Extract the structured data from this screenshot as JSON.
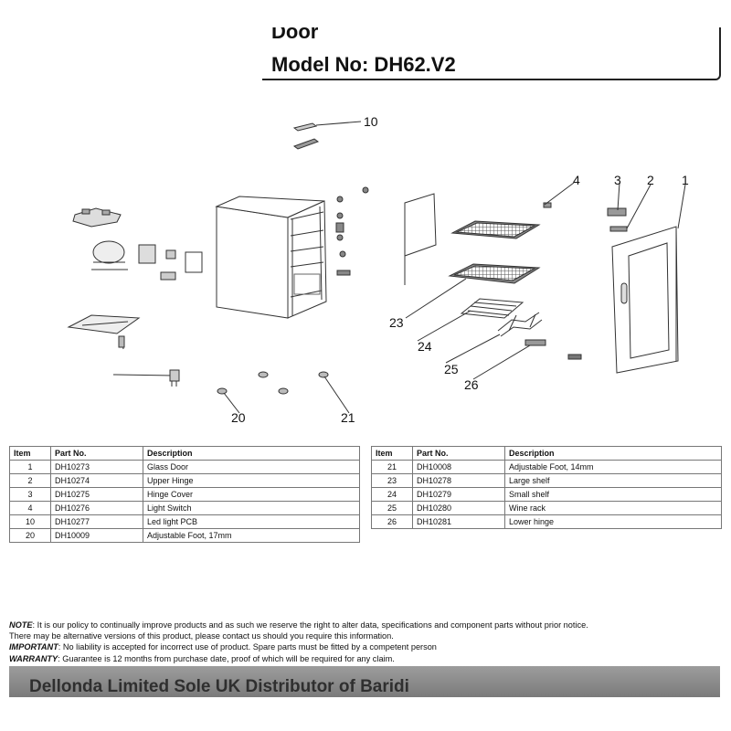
{
  "header": {
    "line1": "Door",
    "line2": "Model No: DH62.V2"
  },
  "callouts": {
    "c10": "10",
    "c4": "4",
    "c3": "3",
    "c2": "2",
    "c1": "1",
    "c23": "23",
    "c24": "24",
    "c25": "25",
    "c26": "26",
    "c20": "20",
    "c21": "21"
  },
  "parts_table": {
    "headers": [
      "Item",
      "Part No.",
      "Description"
    ],
    "left_rows": [
      {
        "item": "1",
        "part": "DH10273",
        "desc": "Glass Door"
      },
      {
        "item": "2",
        "part": "DH10274",
        "desc": "Upper Hinge"
      },
      {
        "item": "3",
        "part": "DH10275",
        "desc": "Hinge Cover"
      },
      {
        "item": "4",
        "part": "DH10276",
        "desc": "Light Switch"
      },
      {
        "item": "10",
        "part": "DH10277",
        "desc": "Led light PCB"
      },
      {
        "item": "20",
        "part": "DH10009",
        "desc": "Adjustable Foot, 17mm"
      }
    ],
    "right_rows": [
      {
        "item": "21",
        "part": "DH10008",
        "desc": "Adjustable Foot, 14mm"
      },
      {
        "item": "23",
        "part": "DH10278",
        "desc": "Large shelf"
      },
      {
        "item": "24",
        "part": "DH10279",
        "desc": "Small shelf"
      },
      {
        "item": "25",
        "part": "DH10280",
        "desc": "Wine rack"
      },
      {
        "item": "26",
        "part": "DH10281",
        "desc": "Lower hinge"
      }
    ]
  },
  "notes": {
    "note_label": "NOTE",
    "note_text": ": It is our policy to continually improve products and as such we reserve the right to alter data, specifications and component parts without prior notice.",
    "note_text2": "There may be alternative versions of this product, please contact us should you require this information.",
    "important_label": "IMPORTANT",
    "important_text": ": No liability is accepted for incorrect use of product. Spare parts must be fitted by a competent person",
    "warranty_label": "WARRANTY",
    "warranty_text": ": Guarantee is 12 months from purchase date, proof of which will be required for any claim."
  },
  "footer": {
    "text": "Dellonda Limited  Sole UK Distributor of Baridi"
  }
}
